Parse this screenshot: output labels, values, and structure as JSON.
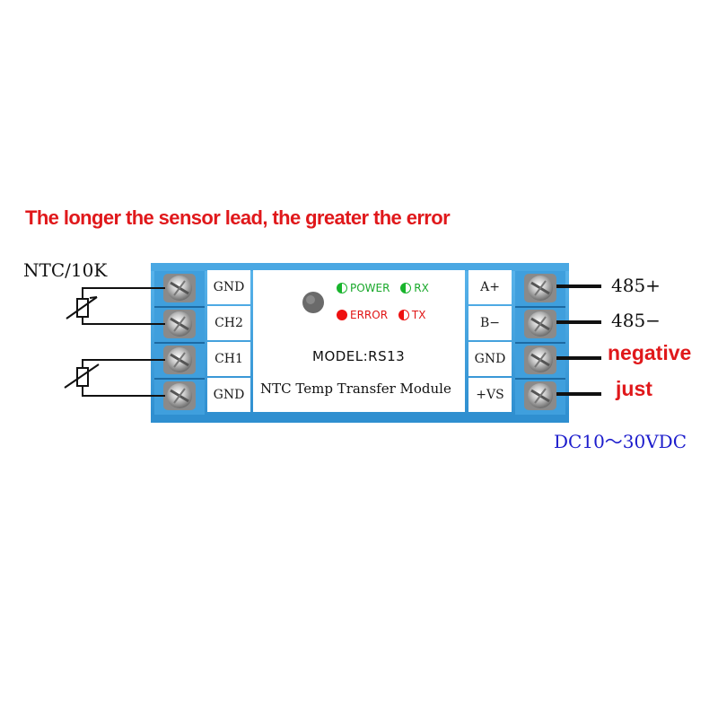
{
  "warning": "The longer the sensor lead, the greater the error",
  "sensor_label": "NTC/10K",
  "module": {
    "model": "MODEL:RS13",
    "subtitle": "NTC Temp Transfer Module",
    "leds": {
      "power": "POWER",
      "rx": "RX",
      "error": "ERROR",
      "tx": "TX"
    },
    "left_terminals": [
      "GND",
      "CH2",
      "CH1",
      "GND"
    ],
    "right_terminals": [
      "A+",
      "B−",
      "GND",
      "+VS"
    ]
  },
  "right_labels": {
    "a": "485+",
    "b": "485−",
    "gnd": "negative",
    "vs": "just"
  },
  "supply": "DC10～30VDC",
  "colors": {
    "housing_blue": "#3a9ddc",
    "warning_red": "#e0181b",
    "supply_blue": "#1c1ccc",
    "led_green": "#18b42c",
    "led_red": "#ee1111"
  }
}
